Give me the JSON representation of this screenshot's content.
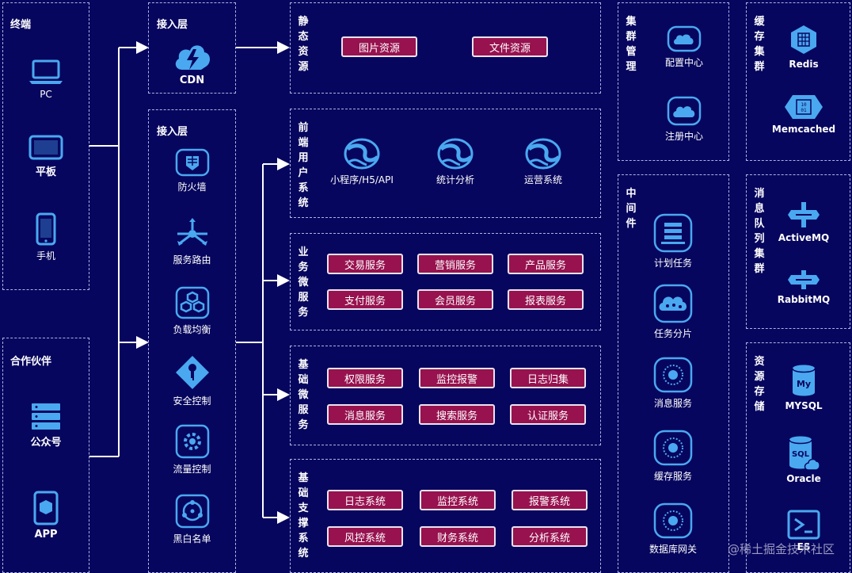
{
  "terminal": {
    "title": "终端",
    "pc": "PC",
    "tablet": "平板",
    "phone": "手机"
  },
  "partner": {
    "title": "合作伙伴",
    "wechat": "公众号",
    "app": "APP"
  },
  "cdn_layer": {
    "title": "接入层",
    "cdn": "CDN"
  },
  "access_layer": {
    "title": "接入层",
    "firewall": "防火墙",
    "routing": "服务路由",
    "lb": "负载均衡",
    "security": "安全控制",
    "flow": "流量控制",
    "blacklist": "黑白名单"
  },
  "static_res": {
    "title": "静态资源",
    "items": [
      "图片资源",
      "文件资源"
    ]
  },
  "frontend": {
    "title": "前端用户系统",
    "items": [
      "小程序/H5/API",
      "统计分析",
      "运营系统"
    ]
  },
  "biz_ms": {
    "title": "业务微服务",
    "items": [
      "交易服务",
      "营销服务",
      "产品服务",
      "支付服务",
      "会员服务",
      "报表服务"
    ]
  },
  "base_ms": {
    "title": "基础微服务",
    "items": [
      "权限服务",
      "监控报警",
      "日志归集",
      "消息服务",
      "搜索服务",
      "认证服务"
    ]
  },
  "support": {
    "title": "基础支撑系统",
    "items": [
      "日志系统",
      "监控系统",
      "报警系统",
      "风控系统",
      "财务系统",
      "分析系统"
    ]
  },
  "cluster_mgmt": {
    "title": "集群管理",
    "config": "配置中心",
    "registry": "注册中心"
  },
  "middleware": {
    "title": "中间件",
    "plan": "计划任务",
    "shard": "任务分片",
    "msg": "消息服务",
    "cache": "缓存服务",
    "dbgw": "数据库网关"
  },
  "cache_cluster": {
    "title": "缓存集群",
    "redis": "Redis",
    "memcached": "Memcached"
  },
  "mq_cluster": {
    "title": "消息队列集群",
    "activemq": "ActiveMQ",
    "rabbitmq": "RabbitMQ"
  },
  "storage": {
    "title": "资源存储",
    "mysql": "MYSQL",
    "oracle": "Oracle",
    "es": "ES"
  },
  "watermark": "@稀土掘金技术社区",
  "colors": {
    "background": "#07065e",
    "button": "#97124f",
    "icon": "#4aa8f0",
    "line": "#ffffff"
  }
}
